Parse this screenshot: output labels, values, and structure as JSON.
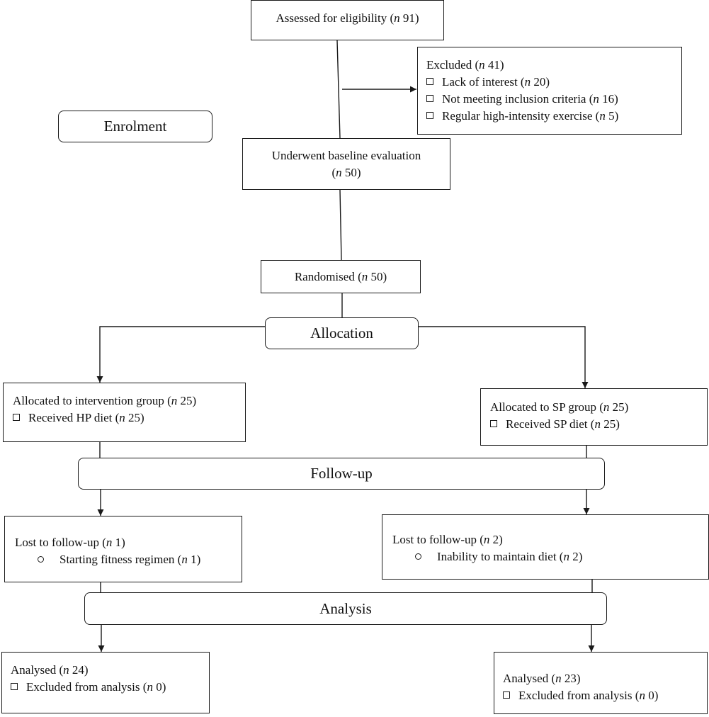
{
  "enrolment": {
    "stage_label": "Enrolment",
    "assessed": {
      "label": "Assessed for eligibility (",
      "n_label": "n",
      "value": " 91)"
    },
    "excluded": {
      "title": {
        "label": "Excluded (",
        "n_label": "n",
        "value": " 41)"
      },
      "items": [
        {
          "label": "Lack of interest (",
          "n_label": "n",
          "value": " 20)"
        },
        {
          "label": "Not meeting inclusion criteria (",
          "n_label": "n",
          "value": " 16)"
        },
        {
          "label": "Regular high-intensity exercise (",
          "n_label": "n",
          "value": " 5)"
        }
      ]
    },
    "baseline": {
      "line1": "Underwent baseline evaluation",
      "open": "(",
      "n_label": "n",
      "value": " 50)"
    }
  },
  "randomised": {
    "label": "Randomised (",
    "n_label": "n",
    "value": " 50)"
  },
  "allocation": {
    "stage_label": "Allocation",
    "left": {
      "title": {
        "label": "Allocated to intervention group (",
        "n_label": "n",
        "value": " 25)"
      },
      "item": {
        "label": "Received HP diet (",
        "n_label": "n",
        "value": " 25)"
      }
    },
    "right": {
      "title": {
        "label": "Allocated to SP group (",
        "n_label": "n",
        "value": " 25)"
      },
      "item": {
        "label": "Received SP diet (",
        "n_label": "n",
        "value": " 25)"
      }
    }
  },
  "followup": {
    "stage_label": "Follow-up",
    "left": {
      "title": {
        "label": "Lost to follow-up (",
        "n_label": "n",
        "value": " 1)"
      },
      "item": {
        "label": "Starting fitness regimen (",
        "n_label": "n",
        "value": " 1)"
      }
    },
    "right": {
      "title": {
        "label": "Lost to follow-up (",
        "n_label": "n",
        "value": " 2)"
      },
      "item": {
        "label": "Inability to maintain diet (",
        "n_label": "n",
        "value": " 2)"
      }
    }
  },
  "analysis": {
    "stage_label": "Analysis",
    "left": {
      "title": {
        "label": "Analysed (",
        "n_label": "n",
        "value": " 24)"
      },
      "item": {
        "label": "Excluded from analysis (",
        "n_label": "n",
        "value": " 0)"
      }
    },
    "right": {
      "title": {
        "label": "Analysed (",
        "n_label": "n",
        "value": " 23)"
      },
      "item": {
        "label": "Excluded from analysis (",
        "n_label": "n",
        "value": " 0)"
      }
    }
  }
}
